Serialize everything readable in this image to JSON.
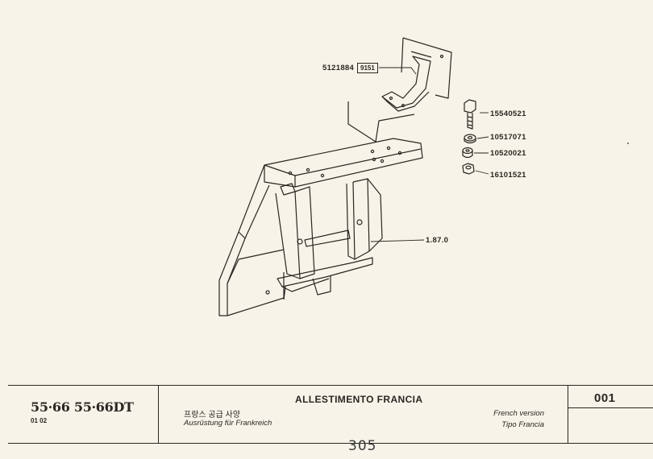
{
  "callouts": [
    {
      "part_number": "5121884",
      "box": "9151"
    },
    {
      "part_number": "15540521"
    },
    {
      "part_number": "10517071"
    },
    {
      "part_number": "10520021"
    },
    {
      "part_number": "16101521"
    },
    {
      "part_number": "1.87.0"
    }
  ],
  "icons": {
    "bracket": "mounting-bracket-drawing",
    "bolt": "hex-bolt-drawing",
    "washer": "lock-washer-drawing",
    "spacer": "spacer-drawing",
    "nut": "hex-nut-drawing",
    "frame": "frame-assembly-drawing"
  },
  "footer": {
    "model": "55·66  55·66DT",
    "page_code": "01 02",
    "title_it": "ALLESTIMENTO FRANCIA",
    "title_ko": "프랑스 공급 사양",
    "title_de": "Ausrüstung für Frankreich",
    "title_en": "French version",
    "title_tipo": "Tipo Francia",
    "table_number": "001"
  },
  "handwritten_note": "305"
}
